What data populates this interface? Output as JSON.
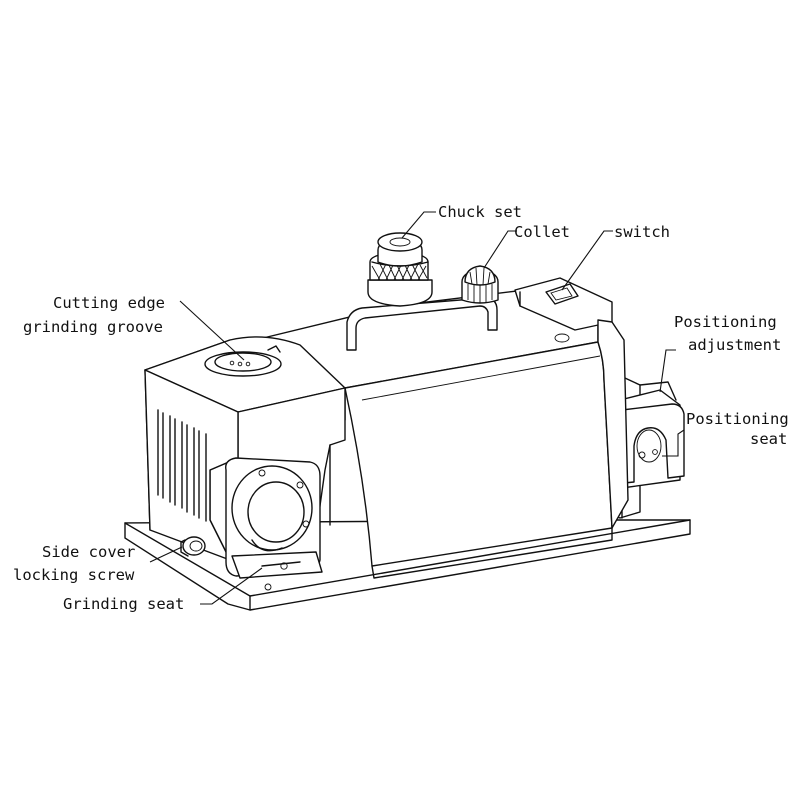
{
  "diagram": {
    "labels": {
      "chuck_set": "Chuck set",
      "collet": "Collet",
      "switch": "switch",
      "cutting_edge_1": "Cutting edge",
      "cutting_edge_2": "grinding groove",
      "positioning_adj_1": "Positioning",
      "positioning_adj_2": "adjustment",
      "positioning_seat_1": "Positioning",
      "positioning_seat_2": "seat",
      "side_cover_1": "Side cover",
      "side_cover_2": "locking screw",
      "grinding_seat": "Grinding seat"
    },
    "colors": {
      "line": "#111111",
      "background": "#ffffff"
    }
  }
}
